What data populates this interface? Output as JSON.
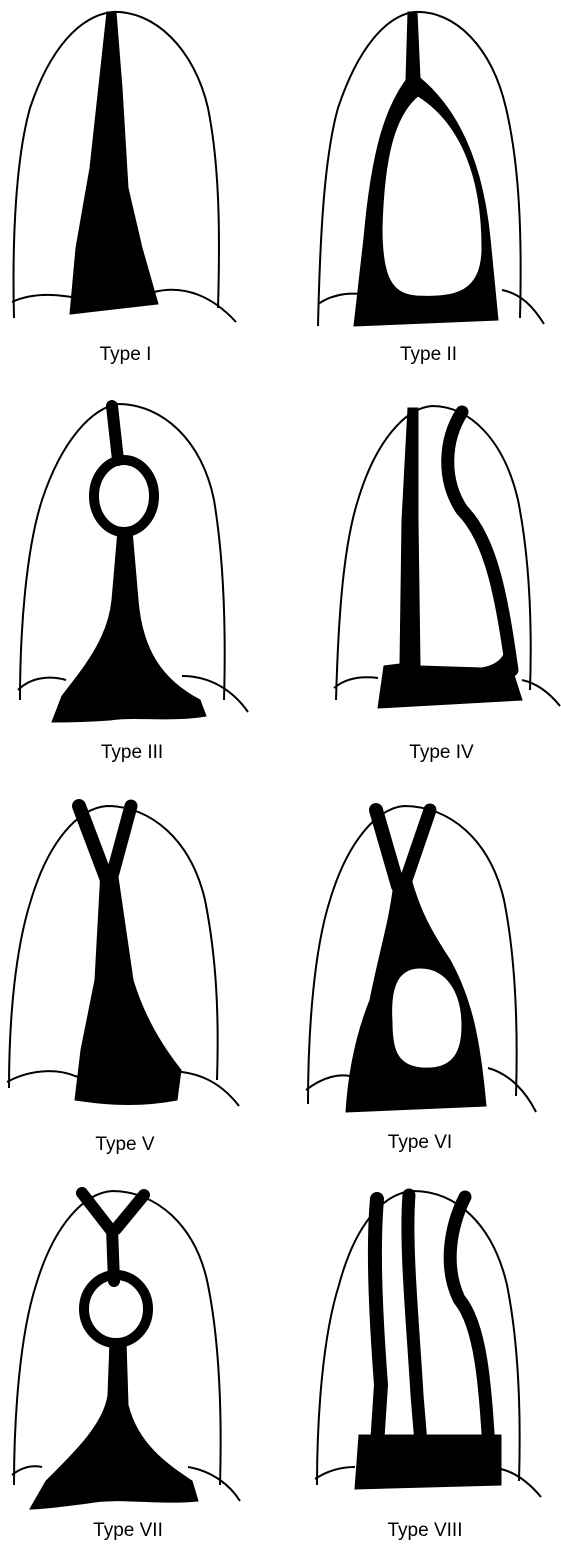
{
  "figure": {
    "panels": [
      {
        "id": "type-1",
        "label": "Type I"
      },
      {
        "id": "type-2",
        "label": "Type II"
      },
      {
        "id": "type-3",
        "label": "Type III"
      },
      {
        "id": "type-4",
        "label": "Type IV"
      },
      {
        "id": "type-5",
        "label": "Type V"
      },
      {
        "id": "type-6",
        "label": "Type VI"
      },
      {
        "id": "type-7",
        "label": "Type VII"
      },
      {
        "id": "type-8",
        "label": "Type VIII"
      }
    ],
    "colors": {
      "canal": "#000000",
      "outline": "#000000",
      "background": "#ffffff"
    }
  }
}
